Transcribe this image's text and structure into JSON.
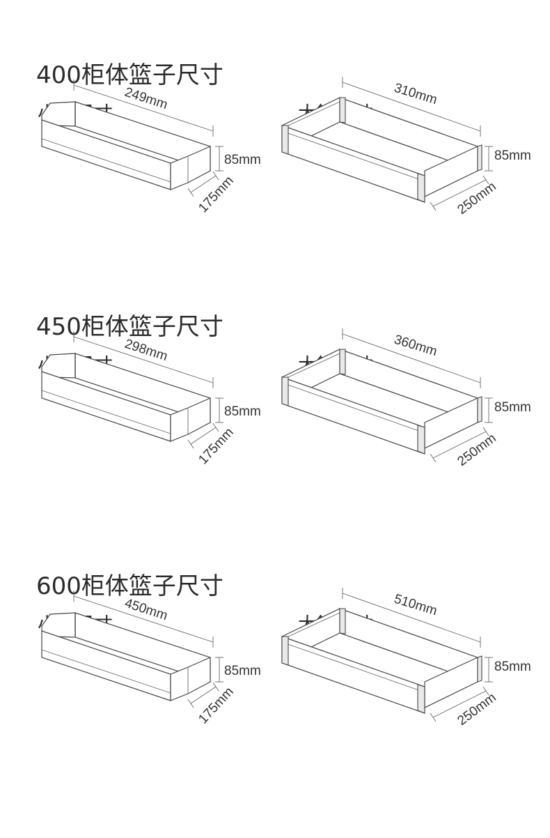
{
  "sections": [
    {
      "title": "400柜体篮子尺寸",
      "small": {
        "label": "小篮尺寸",
        "length": "249mm",
        "height": "85mm",
        "depth": "175mm"
      },
      "large": {
        "label": "大篮尺寸",
        "length": "310mm",
        "height": "85mm",
        "depth": "250mm"
      }
    },
    {
      "title": "450柜体篮子尺寸",
      "small": {
        "label": "小篮尺寸",
        "length": "298mm",
        "height": "85mm",
        "depth": "175mm"
      },
      "large": {
        "label": "大篮尺寸",
        "length": "360mm",
        "height": "85mm",
        "depth": "250mm"
      }
    },
    {
      "title": "600柜体篮子尺寸",
      "small": {
        "label": "小篮尺寸",
        "length": "450mm",
        "height": "85mm",
        "depth": "175mm"
      },
      "large": {
        "label": "大篮尺寸",
        "length": "510mm",
        "height": "85mm",
        "depth": "250mm"
      }
    }
  ]
}
